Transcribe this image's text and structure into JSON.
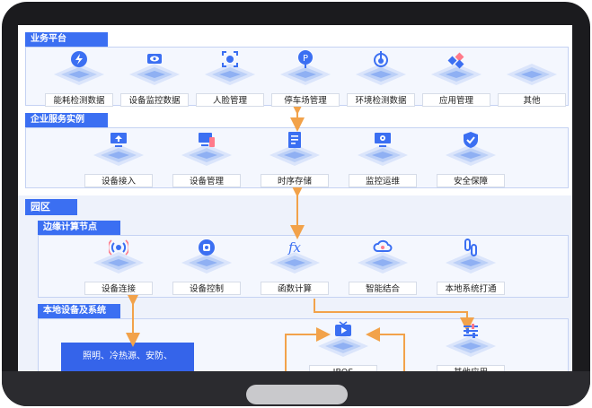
{
  "sections": {
    "business": "业务平台",
    "enterprise": "企业服务实例",
    "park": "园区",
    "edge": "边缘计算节点",
    "local": "本地设备及系统"
  },
  "business_items": [
    {
      "label": "能耗检测数据",
      "icon": "lightning-icon"
    },
    {
      "label": "设备监控数据",
      "icon": "eye-icon"
    },
    {
      "label": "人脸管理",
      "icon": "face-scan-icon"
    },
    {
      "label": "停车场管理",
      "icon": "parking-icon"
    },
    {
      "label": "环境检测数据",
      "icon": "sensor-icon"
    },
    {
      "label": "应用管理",
      "icon": "apps-icon"
    },
    {
      "label": "其他",
      "icon": "blank-icon"
    }
  ],
  "enterprise_items": [
    {
      "label": "设备接入",
      "icon": "upload-monitor-icon"
    },
    {
      "label": "设备管理",
      "icon": "devices-icon"
    },
    {
      "label": "时序存储",
      "icon": "document-icon"
    },
    {
      "label": "监控运维",
      "icon": "monitor-gear-icon"
    },
    {
      "label": "安全保障",
      "icon": "shield-check-icon"
    }
  ],
  "edge_items": [
    {
      "label": "设备连接",
      "icon": "broadcast-icon"
    },
    {
      "label": "设备控制",
      "icon": "control-icon"
    },
    {
      "label": "函数计算",
      "icon": "function-icon"
    },
    {
      "label": "智能结合",
      "icon": "cloud-ai-icon"
    },
    {
      "label": "本地系统打通",
      "icon": "link-icon"
    }
  ],
  "local_items": [
    {
      "label": "IBOS",
      "icon": "play-monitor-icon"
    },
    {
      "label": "其他应用",
      "icon": "sliders-icon"
    }
  ],
  "local_box_text": "照明、冷热源、安防、",
  "colors": {
    "accent": "#3b6ff2",
    "arrow": "#f2a24a"
  }
}
